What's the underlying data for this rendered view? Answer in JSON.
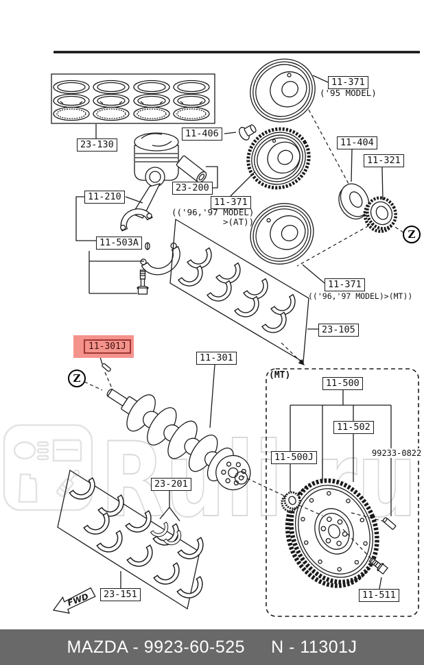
{
  "part_labels": {
    "piston_rings": "23-130",
    "pin_bolt": "11-406",
    "piston_pin": "23-200",
    "connecting_rod": "11-210",
    "rod_bearing": "11-503A",
    "pulley_95": "11-371",
    "pulley_at": "11-371",
    "pulley_mt": "11-371",
    "washer": "11-404",
    "gear": "11-321",
    "main_bearing_set": "23-105",
    "crank_key": "11-301J",
    "crankshaft": "11-301",
    "flywheel": "11-500",
    "ring_gear": "11-502",
    "pilot_bearing": "11-500J",
    "dowel_pin": "99233-0822",
    "thrust_bearing": "23-201",
    "main_bearing_lower": "23-151",
    "flywheel_bolt": "11-511"
  },
  "notes": {
    "model_95": "('95 MODEL)",
    "model_9697_line1": "(('96,'97 MODEL)",
    "model_9697_at": ">(AT))",
    "model_9697_mt": "(('96,'97 MODEL)>(MT))",
    "transmission_mt": "(MT)",
    "fwd": "FWD",
    "view_z": "Z"
  },
  "watermark": {
    "text": "Ruli.ru"
  },
  "footer": {
    "brand_part": "MAZDA - 9923-60-525",
    "ref": "N - 11301J"
  },
  "colors": {
    "highlight_fill": "#f4928c",
    "highlight_border": "#9e3434",
    "footer_bg": "#696969",
    "watermark": "#d9d9d9",
    "line": "#1a1a1a"
  }
}
